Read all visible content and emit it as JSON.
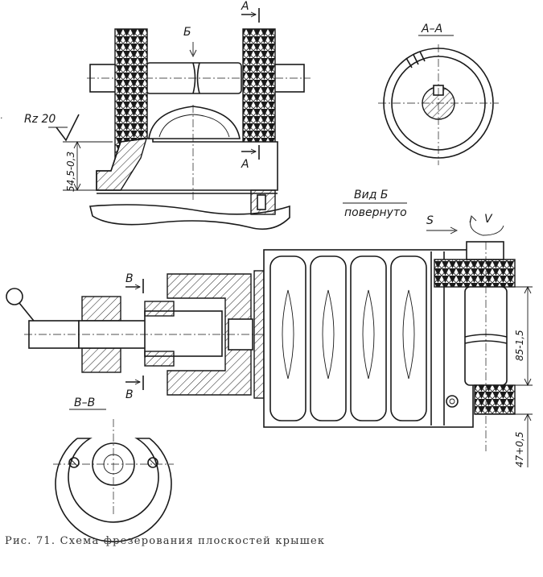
{
  "labels": {
    "section_a": "А",
    "section_a_bottom": "А",
    "view_b_arrow": "Б",
    "roughness": "Rz 20",
    "dim_vertical_top": "54,5-0,3",
    "section_aa_title": "А–А",
    "view_b_title": "Вид Б",
    "view_b_sub": "повернуто",
    "feed_s": "S",
    "rotation_v": "V",
    "section_v_top": "В",
    "section_v_bottom": "В",
    "section_vv_title": "В–В",
    "dim_85": "85-1,5",
    "dim_47": "47+0,5"
  },
  "caption": "Рис. 71. Схема фрезерования плоскостей крышек"
}
